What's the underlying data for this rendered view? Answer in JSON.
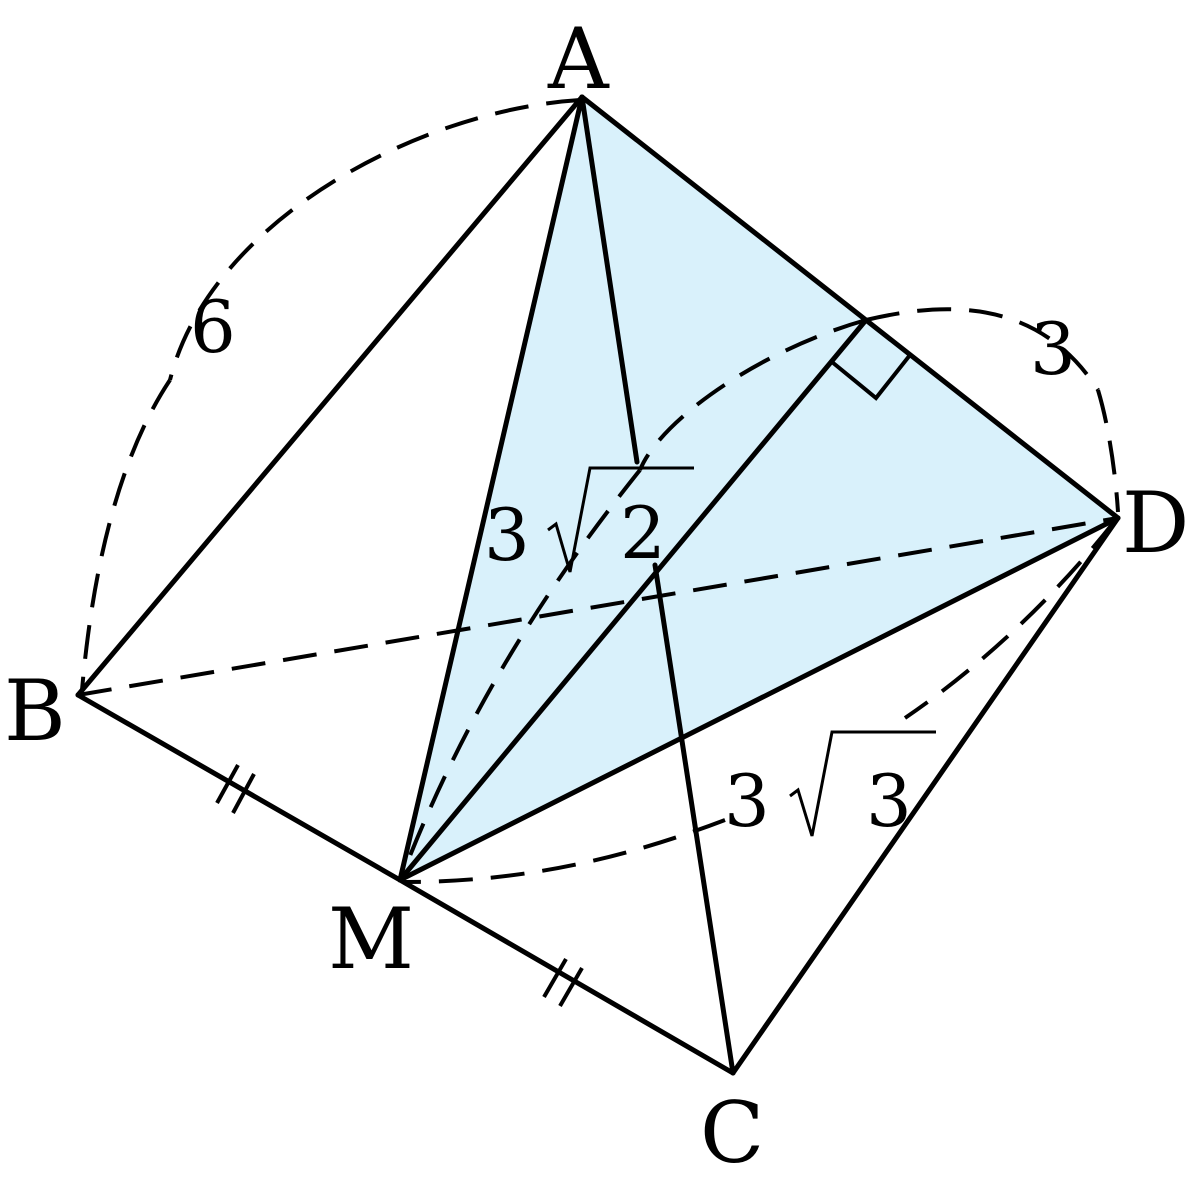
{
  "figure": {
    "colors": {
      "stroke": "#000000",
      "fill": "#d9f1fb",
      "background": "#ffffff"
    },
    "points": {
      "A": "A",
      "B": "B",
      "C": "C",
      "D": "D",
      "M": "M"
    },
    "lengths": {
      "ab": "6",
      "ad_half": "3",
      "am_coef": "3",
      "am_root": "2",
      "dm_coef": "3",
      "dm_root": "3"
    },
    "marks": {
      "right_angle": true,
      "equal_ticks_bm_mc": true
    }
  }
}
